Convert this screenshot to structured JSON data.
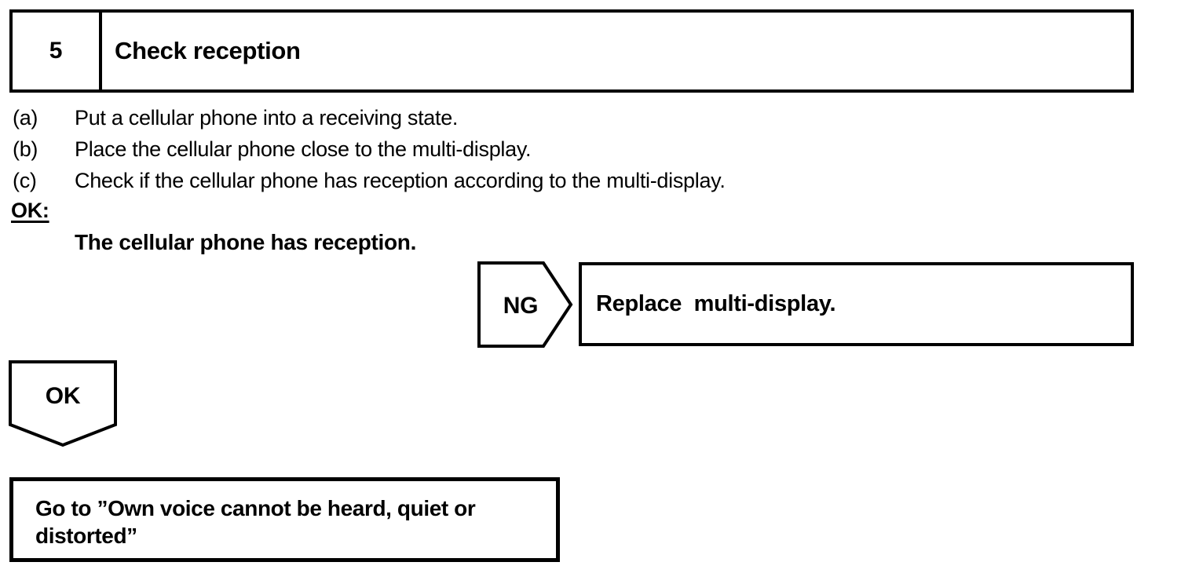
{
  "page": {
    "background": "#ffffff",
    "line_color": "#000000",
    "text_color": "#000000"
  },
  "header": {
    "step_number": "5",
    "title": "Check reception"
  },
  "procedure": {
    "steps": [
      {
        "marker": "(a)",
        "text": "Put a cellular phone into a receiving state."
      },
      {
        "marker": "(b)",
        "text": "Place the cellular phone close to the multi-display."
      },
      {
        "marker": "(c)",
        "text": "Check if the cellular phone has reception according to the multi-display."
      }
    ]
  },
  "condition": {
    "label": "OK:",
    "text": "The cellular phone has reception."
  },
  "ng_branch": {
    "connector_label": "NG",
    "action": "Replace  multi-display."
  },
  "ok_branch": {
    "connector_label": "OK",
    "action": "Go to ”Own voice cannot be heard, quiet or distorted”"
  }
}
